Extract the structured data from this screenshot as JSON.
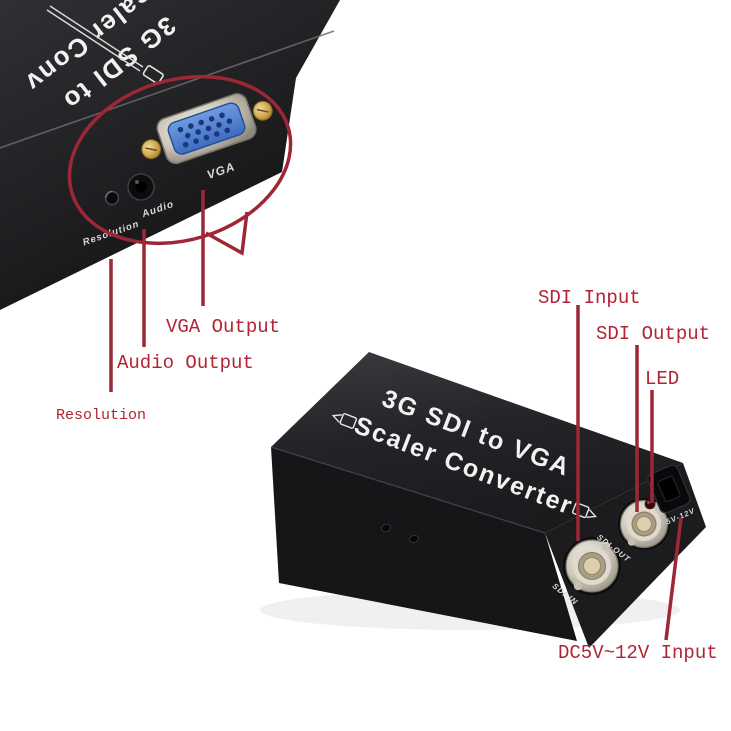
{
  "labels": {
    "vga_output": "VGA Output",
    "audio_output": "Audio Output",
    "resolution": "Resolution",
    "sdi_input": "SDI Input",
    "sdi_output": "SDI Output",
    "led": "LED",
    "dc_input": "DC5V~12V Input"
  },
  "front_view_device": {
    "title_line1": "3G SDI to",
    "title_line2": "Scaler Conv",
    "vga_label": "VGA",
    "audio_label": "Audio",
    "resolution_label": "Resolution"
  },
  "rear_view_device": {
    "title_line1": "3G SDI to VGA",
    "title_line2": "Scaler Converter",
    "sdi_in_label": "SDI-IN",
    "sdi_out_label": "SDI-OUT",
    "power_label": "5V-12V"
  },
  "colors": {
    "annotation_line": "#9e2735",
    "annotation_text": "#b22435",
    "device_body": "#1d1d20",
    "vga_connector_blue": "#4f81d6",
    "bnc_metal": "#d6d0c3",
    "gold_screw": "#c9a348",
    "led_red": "#7a2128",
    "background": "#ffffff"
  }
}
